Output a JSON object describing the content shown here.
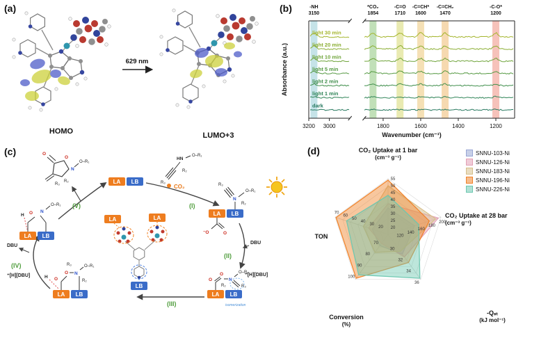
{
  "panels": {
    "a": {
      "label": "(a)",
      "homo": "HOMO",
      "lumo": "LUMO+3",
      "arrow": "629 nm"
    },
    "b": {
      "label": "(b)"
    },
    "c": {
      "label": "(c)",
      "la": "LA",
      "lb": "LB",
      "dbu": "DBU",
      "hdbu": "⁺[H][DBU]",
      "co2": "CO₂",
      "steps": [
        "(I)",
        "(II)",
        "(III)",
        "(IV)",
        "(V)"
      ],
      "atoms": {
        "hn": "HN",
        "n": "N",
        "o": "O",
        "neg_o": "⁻O",
        "h": "H",
        "or1": "O–R₁",
        "r2": "R₂",
        "r3": "R₃",
        "iso": "isomerization"
      }
    },
    "d": {
      "label": "(d)"
    }
  },
  "chart_data": [
    {
      "id": "ftir-spectra",
      "type": "line",
      "title": "",
      "xlabel": "Wavenumber (cm⁻¹)",
      "ylabel": "Absorbance (a.u.)",
      "x_ticks": [
        3200,
        3000,
        1800,
        1600,
        1400,
        1200
      ],
      "x_axis_break": [
        2800,
        1900
      ],
      "x_range": [
        3200,
        1100
      ],
      "grid": false,
      "series_bottom_to_top": [
        "dark",
        "light 1 min",
        "light 2 min",
        "light 5 min",
        "light 10 min",
        "light 20 min",
        "light 30 min"
      ],
      "series_colors_bottom_to_top": [
        "#27795f",
        "#2f8457",
        "#3f8e4b",
        "#559942",
        "#6fa43a",
        "#8bae33",
        "#a4b52c"
      ],
      "peak_annotations": [
        {
          "label": "-NH",
          "wavenumber": 3150,
          "band_color": "#b7dce2"
        },
        {
          "label": "*CO₂",
          "wavenumber": 1854,
          "band_color": "#b2d8a6"
        },
        {
          "label": "-C=O",
          "wavenumber": 1710,
          "band_color": "#e4e59e"
        },
        {
          "label": "-C=CH*",
          "wavenumber": 1600,
          "band_color": "#f2d8a2"
        },
        {
          "label": "-C=CH₂",
          "wavenumber": 1470,
          "band_color": "#f4cf9c"
        },
        {
          "label": "-C-O*",
          "wavenumber": 1200,
          "band_color": "#f4b3a9"
        }
      ]
    },
    {
      "id": "performance-radar",
      "type": "radar",
      "grid": true,
      "legend_position": "top-right",
      "axes": [
        {
          "label": "CO₂ Uptake at 1 bar",
          "sublabel": "(cm⁻³ g⁻¹)",
          "min": 15,
          "max": 55,
          "ticks": [
            20,
            25,
            30,
            35,
            40,
            45,
            50,
            55
          ]
        },
        {
          "label": "CO₂ Uptake at 28 bar",
          "sublabel": "(cm⁻³ g⁻¹)",
          "min": 100,
          "max": 200,
          "ticks": [
            120,
            140,
            160,
            180,
            200
          ]
        },
        {
          "label": "-Qₛₜ",
          "sublabel": "(kJ mol⁻¹)",
          "min": 28,
          "max": 36,
          "ticks": [
            30,
            32,
            34,
            36
          ]
        },
        {
          "label": "Conversion",
          "sublabel": "(%)",
          "min": 60,
          "max": 100,
          "ticks": [
            70,
            80,
            90,
            100
          ]
        },
        {
          "label": "TON",
          "sublabel": "",
          "min": 10,
          "max": 70,
          "ticks": [
            20,
            30,
            40,
            50,
            60,
            70
          ]
        }
      ],
      "series": [
        {
          "name": "SNNU-103-Ni",
          "color": "#98a6d4",
          "values": [
            34,
            150,
            31.5,
            70,
            28
          ]
        },
        {
          "name": "SNNU-126-Ni",
          "color": "#e2a0b5",
          "values": [
            37,
            195,
            32,
            68,
            32
          ]
        },
        {
          "name": "SNNU-183-Ni",
          "color": "#d6bf8a",
          "values": [
            50,
            190,
            31,
            76,
            38
          ]
        },
        {
          "name": "SNNU-196-Ni",
          "color": "#f08228",
          "values": [
            54,
            178,
            33,
            99,
            69
          ]
        },
        {
          "name": "SNNU-226-Ni",
          "color": "#6cc7b0",
          "values": [
            43,
            158,
            35.8,
            96,
            57
          ]
        }
      ]
    }
  ]
}
